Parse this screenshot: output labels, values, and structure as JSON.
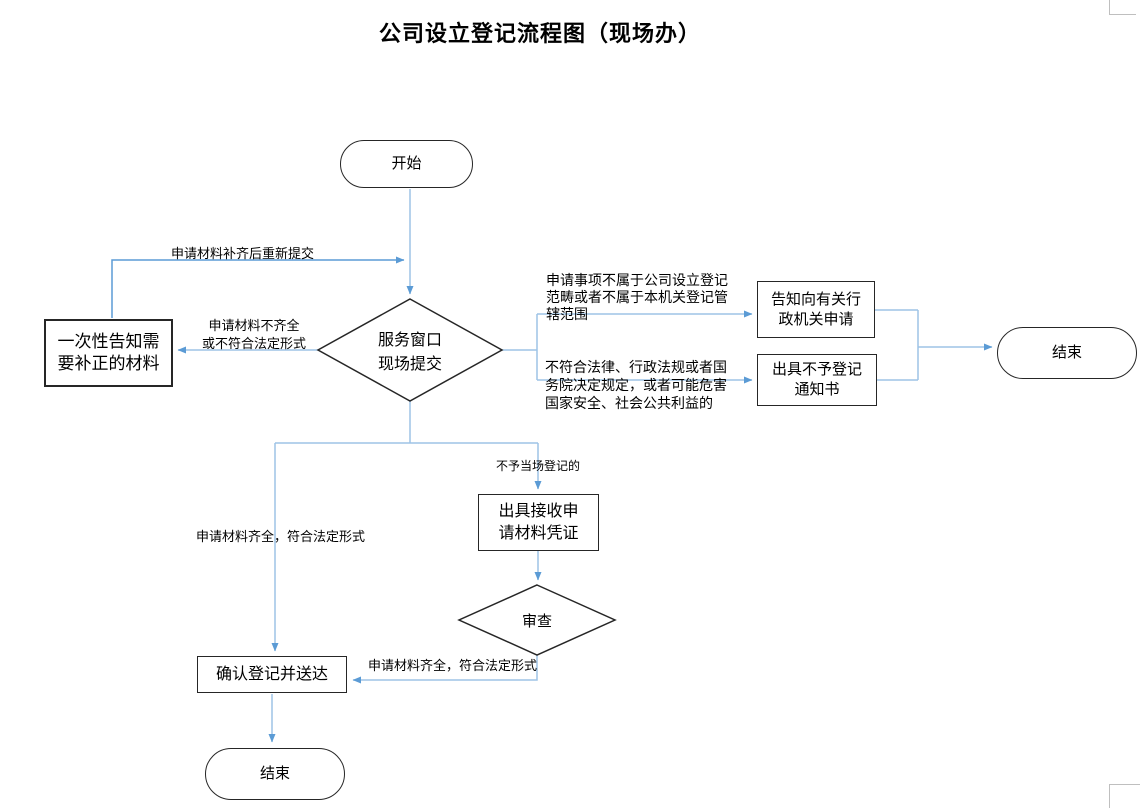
{
  "page": {
    "title": "公司设立登记流程图（现场办）"
  },
  "flowchart": {
    "nodes": {
      "start": {
        "label": "开始"
      },
      "submit_decision": {
        "label": "服务窗口\n现场提交"
      },
      "notify_correction": {
        "label": "一次性告知需\n要补正的材料"
      },
      "inform_other_authority": {
        "label": "告知向有关行\n政机关申请"
      },
      "rejection_notice": {
        "label": "出具不予登记\n通知书"
      },
      "end_right": {
        "label": "结束"
      },
      "receipt_voucher": {
        "label": "出具接收申\n请材料凭证"
      },
      "review_decision": {
        "label": "审查"
      },
      "confirm_register": {
        "label": "确认登记并送达"
      },
      "end_bottom": {
        "label": "结束"
      }
    },
    "edge_labels": {
      "resubmit": "申请材料补齐后重新提交",
      "incomplete": "申请材料不齐全\n或不符合法定形式",
      "out_of_scope": "申请事项不属于公司设立登记\n范畴或者不属于本机关登记管\n辖范围",
      "illegal": "不符合法律、行政法规或者国\n务院决定规定，或者可能危害\n国家安全、社会公共利益的",
      "not_onsite": "不予当场登记的",
      "complete_left": "申请材料齐全，符合法定形式",
      "complete_bottom": "申请材料齐全，符合法定形式"
    },
    "colors": {
      "connector": "#9DC3E6",
      "connector_dark": "#5B9BD5",
      "shape_border": "#262626",
      "crop_mark": "#BFBFBF"
    }
  }
}
